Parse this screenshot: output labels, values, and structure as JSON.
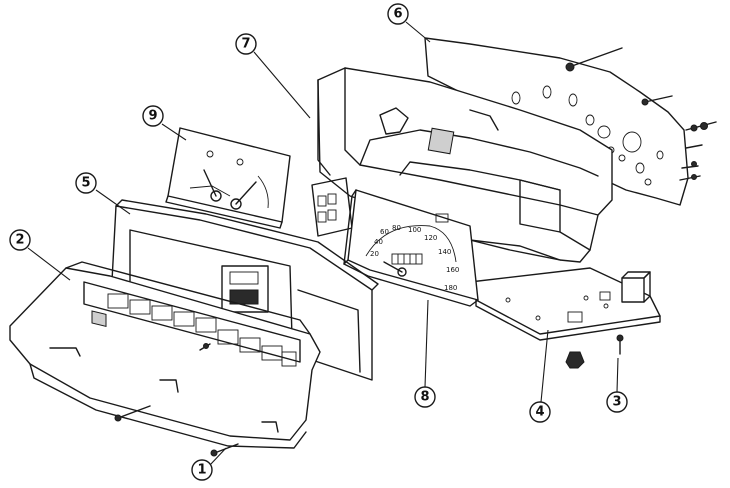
{
  "callouts": [
    {
      "id": "1",
      "label": "①"
    },
    {
      "id": "2",
      "label": "②"
    },
    {
      "id": "3",
      "label": "③"
    },
    {
      "id": "4",
      "label": "④"
    },
    {
      "id": "5",
      "label": "⑤"
    },
    {
      "id": "6",
      "label": "⑥"
    },
    {
      "id": "7",
      "label": "⑦"
    },
    {
      "id": "8",
      "label": "⑧"
    },
    {
      "id": "9",
      "label": "⑨"
    }
  ],
  "speedometer_ticks": [
    "20",
    "40",
    "60",
    "80",
    "100",
    "120",
    "140",
    "160",
    "180"
  ],
  "colors": {
    "line": "#1a1a1a",
    "background": "#ffffff"
  }
}
